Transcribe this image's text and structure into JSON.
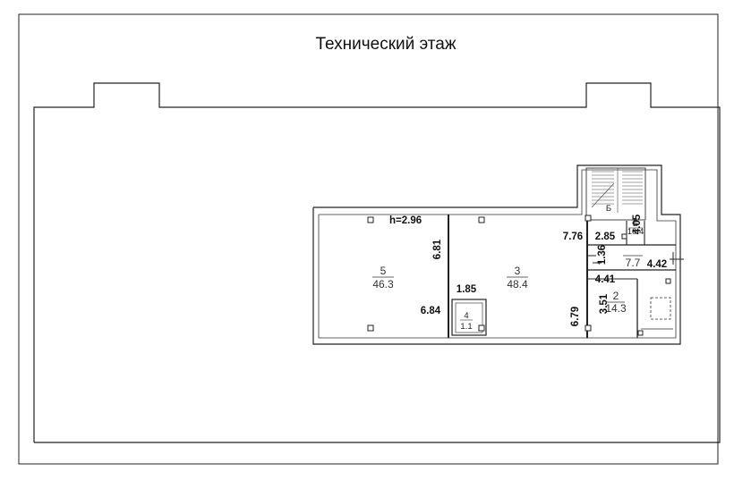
{
  "title": "Технический этаж",
  "height_label": "h=2.96",
  "rooms": [
    {
      "number": "5",
      "area": "46.3"
    },
    {
      "number": "3",
      "area": "48.4"
    },
    {
      "number": "4",
      "area": "1.1"
    },
    {
      "number": "2",
      "area": "14.3"
    },
    {
      "number": "Б",
      "area": "10.4"
    },
    {
      "number": "",
      "area": "7.7"
    }
  ],
  "stair_letter": "Б",
  "dimensions": {
    "d_6_81": "6.81",
    "d_1_85": "1.85",
    "d_6_84": "6.84",
    "d_6_79": "6.79",
    "d_7_76": "7.76",
    "d_2_85": "2.85",
    "d_4_05": "4.05",
    "d_1_36": "1.36",
    "d_4_42": "4.42",
    "d_4_41": "4.41",
    "d_3_51": "3.51"
  }
}
